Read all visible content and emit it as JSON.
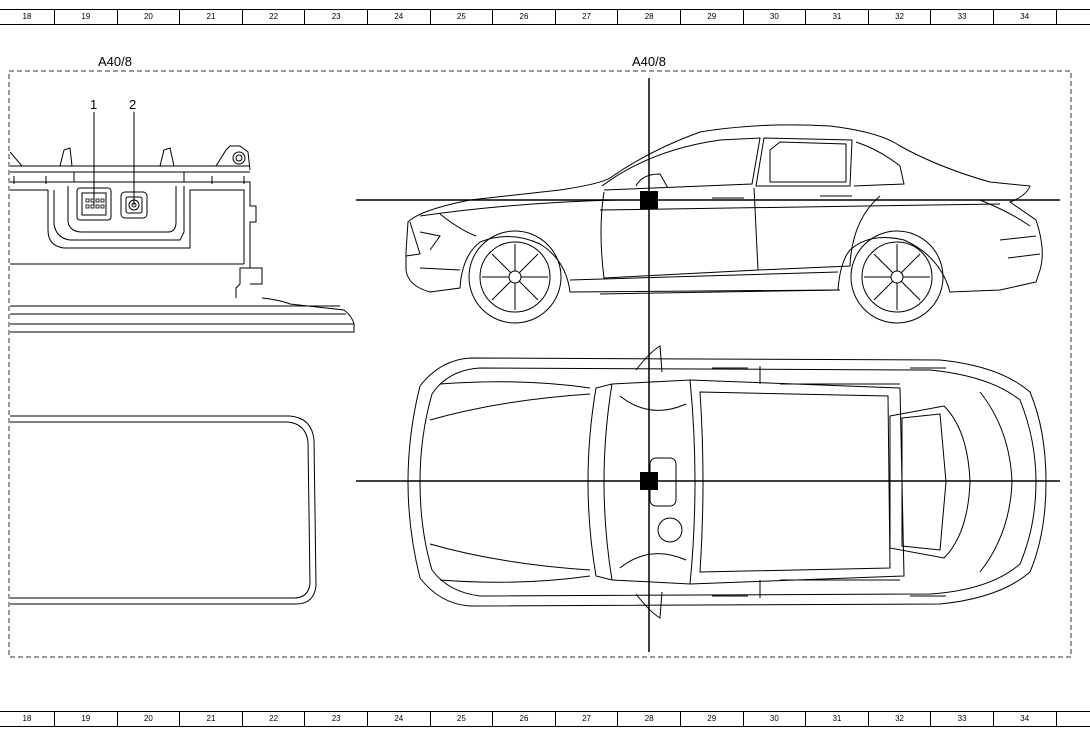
{
  "ruler": {
    "columns": [
      "18",
      "19",
      "20",
      "21",
      "22",
      "23",
      "24",
      "25",
      "26",
      "27",
      "28",
      "29",
      "30",
      "31",
      "32",
      "33",
      "34"
    ]
  },
  "component_labels": {
    "left": "A40/8",
    "right": "A40/8"
  },
  "callouts": {
    "one": "1",
    "two": "2"
  }
}
